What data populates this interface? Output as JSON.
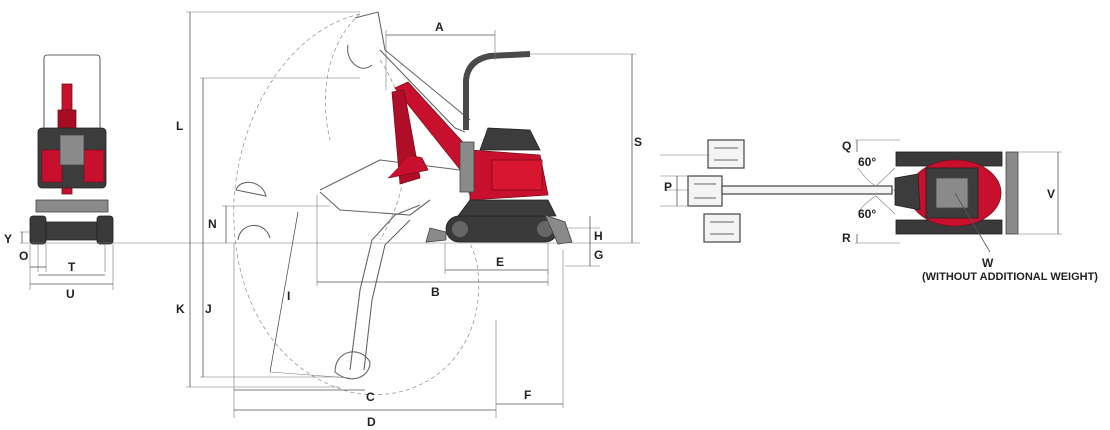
{
  "colors": {
    "brand_red": "#c8102e",
    "track": "#3a3a3a",
    "line": "#555555"
  },
  "labels": {
    "A": "A",
    "B": "B",
    "C": "C",
    "D": "D",
    "E": "E",
    "F": "F",
    "G": "G",
    "H": "H",
    "I": "I",
    "J": "J",
    "K": "K",
    "L": "L",
    "N": "N",
    "O": "O",
    "P": "P",
    "Q": "Q",
    "R": "R",
    "S": "S",
    "T": "T",
    "U": "U",
    "V": "V",
    "W": "W",
    "Y": "Y"
  },
  "angles": {
    "top": "60°",
    "bottom": "60°"
  },
  "notes": {
    "w_note": "(WITHOUT ADDITIONAL WEIGHT)"
  }
}
